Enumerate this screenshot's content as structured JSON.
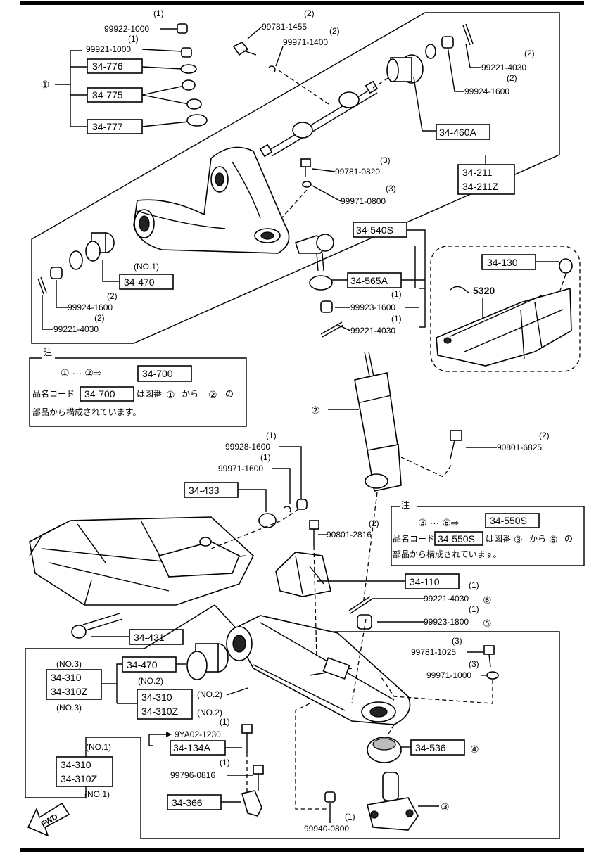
{
  "boxes": {
    "b34776": "34-776",
    "b34775": "34-775",
    "b34777": "34-777",
    "b34460A": "34-460A",
    "b34211": "34-211",
    "b34211Z": "34-211Z",
    "b34540S": "34-540S",
    "b34565A": "34-565A",
    "b34470a": "34-470",
    "b34130": "34-130",
    "b34700": "34-700",
    "b34700n": "34-700",
    "b34433": "34-433",
    "b34550S": "34-550S",
    "b34550Sn": "34-550S",
    "b34110": "34-110",
    "b34431": "34-431",
    "b34470b": "34-470",
    "b34310a": "34-310",
    "b34310Za": "34-310Z",
    "b34310b": "34-310",
    "b34310Zb": "34-310Z",
    "b34134A": "34-134A",
    "b34536": "34-536",
    "b34310c": "34-310",
    "b34310Zc": "34-310Z",
    "b34366": "34-366",
    "b5320": "5320"
  },
  "parts": {
    "p99922_1000": "99922-1000",
    "p99921_1000": "99921-1000",
    "p99781_1455": "99781-1455",
    "p99971_1400": "99971-1400",
    "p99221_4030a": "99221-4030",
    "p99924_1600a": "99924-1600",
    "p99781_0820": "99781-0820",
    "p99971_0800": "99971-0800",
    "p99923_1600": "99923-1600",
    "p99221_4030b": "99221-4030",
    "p99924_1600b": "99924-1600",
    "p99221_4030c": "99221-4030",
    "p99928_1600": "99928-1600",
    "p99971_1600": "99971-1600",
    "p90801_6825": "90801-6825",
    "p90801_2816": "90801-2816",
    "p99221_4030d": "99221-4030",
    "p99923_1800": "99923-1800",
    "p99781_1025": "99781-1025",
    "p99971_1000": "99971-1000",
    "p9YA02_1230": "9YA02-1230",
    "p99796_0816": "99796-0816",
    "p99940_0800": "99940-0800"
  },
  "qty": {
    "one": "(1)",
    "two": "(2)",
    "three": "(3)"
  },
  "notes": {
    "no1": "(NO.1)",
    "no2": "(NO.2)",
    "no3": "(NO.3)"
  },
  "circled": {
    "c1": "①",
    "c2": "②",
    "c3": "③",
    "c4": "④",
    "c5": "⑤",
    "c6": "⑥"
  },
  "note1": {
    "title": "注",
    "range": "① ··· ②⇨",
    "line2_prefix": "品名コード",
    "line2_suffix": "は図番",
    "line2_from": "①",
    "line2_kara": "から",
    "line2_to": "②",
    "line2_no": "の",
    "line3": "部品から構成されています。"
  },
  "note2": {
    "title": "注",
    "range": "③ ··· ⑥⇨",
    "line2_prefix": "品名コード",
    "line2_suffix": "は図番",
    "line2_from": "③",
    "line2_kara": "から",
    "line2_to": "⑥",
    "line2_no": "の",
    "line3": "部品から構成されています。"
  },
  "fwd": "FWD"
}
